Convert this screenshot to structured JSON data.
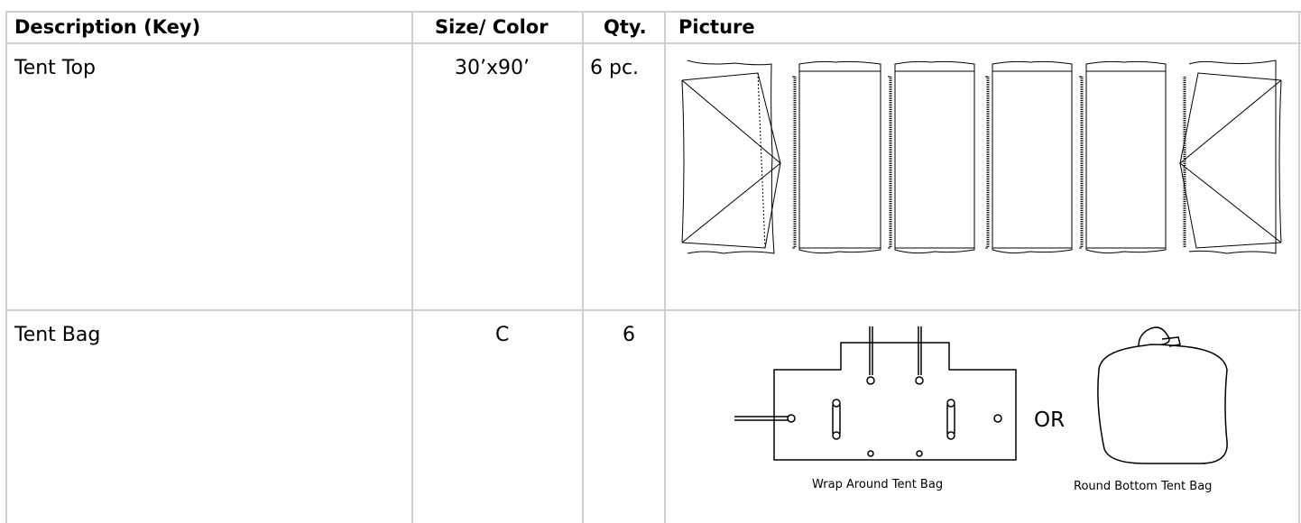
{
  "table": {
    "headers": [
      "Description (Key)",
      "Size/ Color",
      "Qty.",
      "Picture"
    ],
    "rows": [
      {
        "description": "Tent Top",
        "size_color": "30’x90’",
        "qty": "6 pc."
      },
      {
        "description": "Tent Bag",
        "size_color": "C",
        "qty": "6"
      }
    ]
  },
  "bag_picture": {
    "or_label": "OR",
    "wrap_label": "Wrap Around Tent Bag",
    "round_label": "Round Bottom Tent Bag"
  }
}
